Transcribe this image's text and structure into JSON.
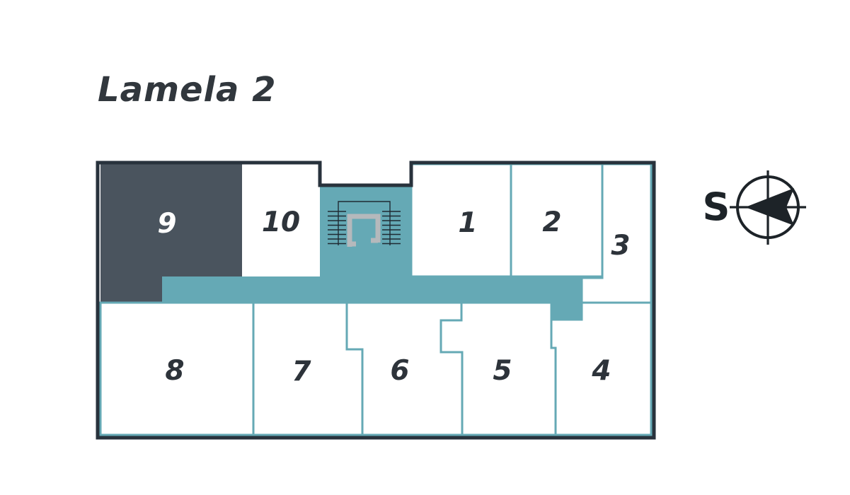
{
  "title": "Lamela 2",
  "compass": {
    "label": "S"
  },
  "units": [
    {
      "number": "9",
      "highlighted": true
    },
    {
      "number": "10",
      "highlighted": false
    },
    {
      "number": "1",
      "highlighted": false
    },
    {
      "number": "2",
      "highlighted": false
    },
    {
      "number": "3",
      "highlighted": false
    },
    {
      "number": "8",
      "highlighted": false
    },
    {
      "number": "7",
      "highlighted": false
    },
    {
      "number": "6",
      "highlighted": false
    },
    {
      "number": "5",
      "highlighted": false
    },
    {
      "number": "4",
      "highlighted": false
    }
  ],
  "colors": {
    "background": "#ffffff",
    "corridor_teal": "#65a9b5",
    "unit_highlight": "#4a545e",
    "outline_dark": "#28323c",
    "room_border_teal": "#65a9b5",
    "label_dark": "#2d333a",
    "label_light": "#ffffff",
    "railing_gray": "#b5b9bc",
    "compass_dark": "#1d2328"
  }
}
